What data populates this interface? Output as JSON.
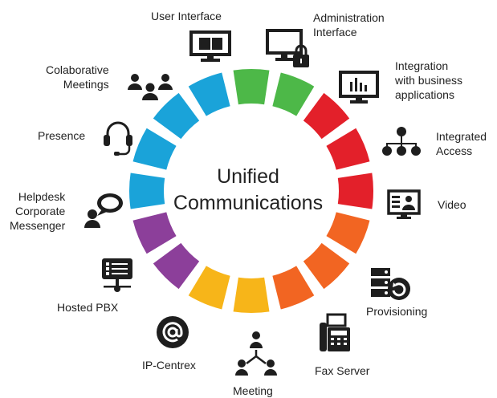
{
  "center": {
    "line1": "Unified",
    "line2": "Communications"
  },
  "ring_colors": {
    "green": "#4db848",
    "red": "#e3202a",
    "orange": "#f26522",
    "yellow": "#f7b519",
    "purple": "#8c3f9a",
    "blue": "#1aa3d9"
  },
  "ring_segment_colors": [
    "green",
    "green",
    "red",
    "red",
    "red",
    "orange",
    "orange",
    "orange",
    "yellow",
    "yellow",
    "purple",
    "purple",
    "blue",
    "blue",
    "blue",
    "blue"
  ],
  "items": [
    {
      "key": "user-interface",
      "lines": [
        "User Interface"
      ],
      "icon": "monitor-icon"
    },
    {
      "key": "administration-interface",
      "lines": [
        "Administration",
        "Interface"
      ],
      "icon": "monitor-lock-icon"
    },
    {
      "key": "integration-business",
      "lines": [
        "Integration",
        "with business",
        "applications"
      ],
      "icon": "bar-chart-monitor-icon"
    },
    {
      "key": "integrated-access",
      "lines": [
        "Integrated",
        "Access"
      ],
      "icon": "network-tree-icon"
    },
    {
      "key": "video",
      "lines": [
        "Video"
      ],
      "icon": "video-call-icon"
    },
    {
      "key": "provisioning",
      "lines": [
        "Provisioning"
      ],
      "icon": "server-sync-icon"
    },
    {
      "key": "fax-server",
      "lines": [
        "Fax Server"
      ],
      "icon": "fax-icon"
    },
    {
      "key": "meeting",
      "lines": [
        "Meeting"
      ],
      "icon": "meeting-icon"
    },
    {
      "key": "ip-centrex",
      "lines": [
        "IP-Centrex"
      ],
      "icon": "at-sign-icon"
    },
    {
      "key": "hosted-pbx",
      "lines": [
        "Hosted PBX"
      ],
      "icon": "pbx-server-icon"
    },
    {
      "key": "helpdesk-messenger",
      "lines": [
        "Helpdesk",
        "Corporate",
        "Messenger"
      ],
      "icon": "chat-user-icon"
    },
    {
      "key": "presence",
      "lines": [
        "Presence"
      ],
      "icon": "headset-icon"
    },
    {
      "key": "collaborative-meetings",
      "lines": [
        "Colaborative",
        "Meetings"
      ],
      "icon": "group-icon"
    }
  ]
}
